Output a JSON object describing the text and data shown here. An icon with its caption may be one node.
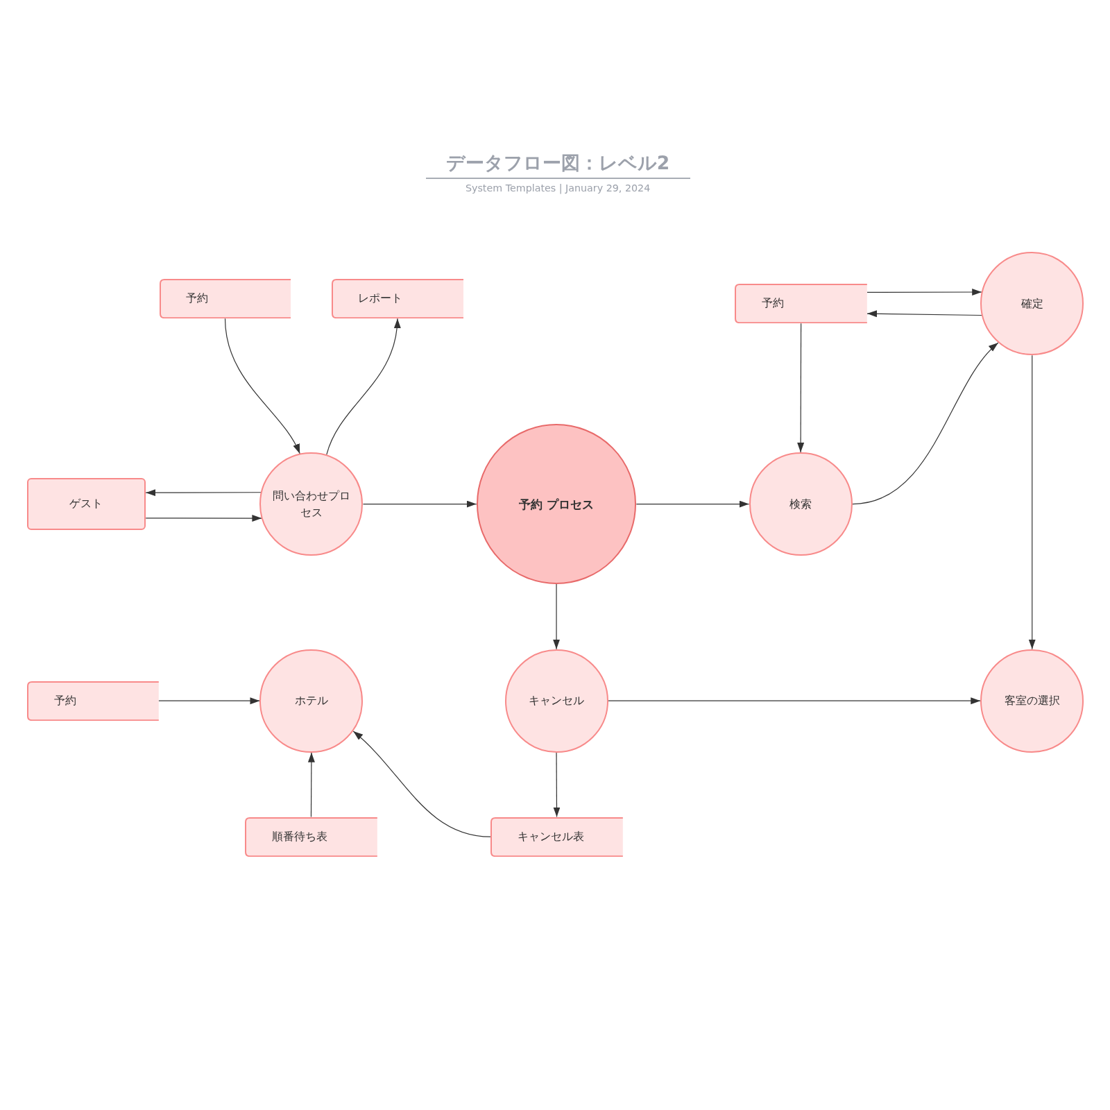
{
  "diagram": {
    "title": "データフロー図：レベル2",
    "nodes": [
      {
        "text": [
          "予約"
        ]
      },
      {
        "text": [
          "レポート"
        ]
      },
      {
        "text": [
          "予約"
        ]
      },
      {
        "text": [
          "確定"
        ]
      },
      {
        "text": [
          "ゲスト"
        ]
      },
      {
        "text": [
          "問い合わせプロセス"
        ]
      },
      {
        "text": [
          "予約 プロセス"
        ]
      },
      {
        "text": [
          "検索"
        ]
      },
      {
        "text": [
          "予約"
        ]
      },
      {
        "text": [
          "ホテル"
        ]
      },
      {
        "text": [
          "キャンセル"
        ]
      },
      {
        "text": [
          "客室の選択"
        ]
      },
      {
        "text": [
          "順番待ち表"
        ]
      },
      {
        "text": [
          "キャンセル表"
        ]
      }
    ],
    "edges": [
      {
        "from": 0,
        "to": 5,
        "arrow": "to"
      },
      {
        "from": 5,
        "to": 1,
        "arrow": "to"
      },
      {
        "from": 5,
        "to": 4,
        "arrow": "to"
      },
      {
        "from": 4,
        "to": 5,
        "arrow": "to"
      },
      {
        "from": 5,
        "to": 6,
        "arrow": "to"
      },
      {
        "from": 6,
        "to": 7,
        "arrow": "to"
      },
      {
        "from": 2,
        "to": 7,
        "arrow": "to"
      },
      {
        "from": 2,
        "to": 3,
        "arrow": "to"
      },
      {
        "from": 3,
        "to": 2,
        "arrow": "to"
      },
      {
        "from": 7,
        "to": 3,
        "arrow": "to"
      },
      {
        "from": 3,
        "to": 11,
        "arrow": "to"
      },
      {
        "from": 6,
        "to": 10,
        "arrow": "to"
      },
      {
        "from": 10,
        "to": 11,
        "arrow": "to"
      },
      {
        "from": 8,
        "to": 9,
        "arrow": "to"
      },
      {
        "from": 12,
        "to": 9,
        "arrow": "to"
      },
      {
        "from": 10,
        "to": 13,
        "arrow": "to"
      },
      {
        "from": 13,
        "to": 9,
        "arrow": "to"
      }
    ],
    "labels": [
      "System Templates | January 29, 2024"
    ]
  }
}
